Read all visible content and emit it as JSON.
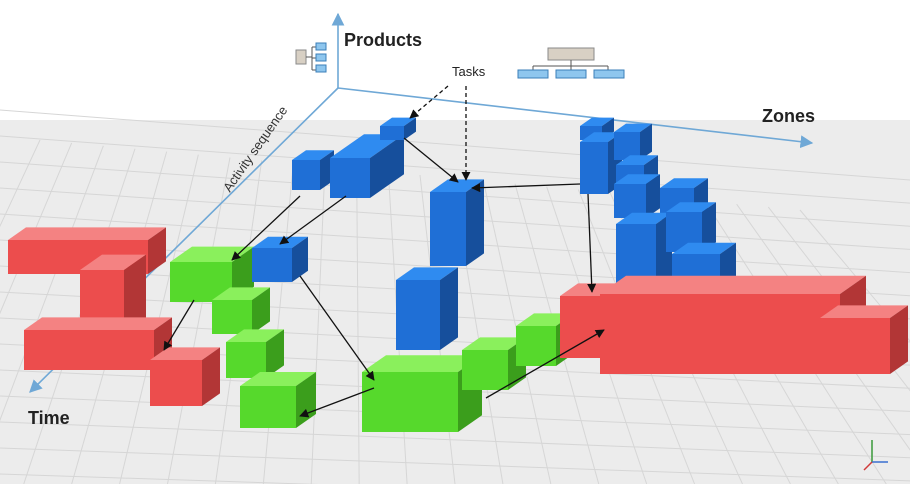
{
  "labels": {
    "products": "Products",
    "zones": "Zones",
    "time": "Time",
    "activity_sequence": "Activity sequence",
    "tasks": "Tasks"
  },
  "colors": {
    "axis": "#6fa8d6",
    "floor": "#ececec",
    "grid": "#d4d4d4",
    "task_blue": "#1f6fd6",
    "zone_green": "#56d92c",
    "time_red": "#ec4d4d",
    "arrow": "#111111"
  },
  "icons": [
    "product-breakdown-icon",
    "zone-hierarchy-icon",
    "axis-triad-icon"
  ]
}
